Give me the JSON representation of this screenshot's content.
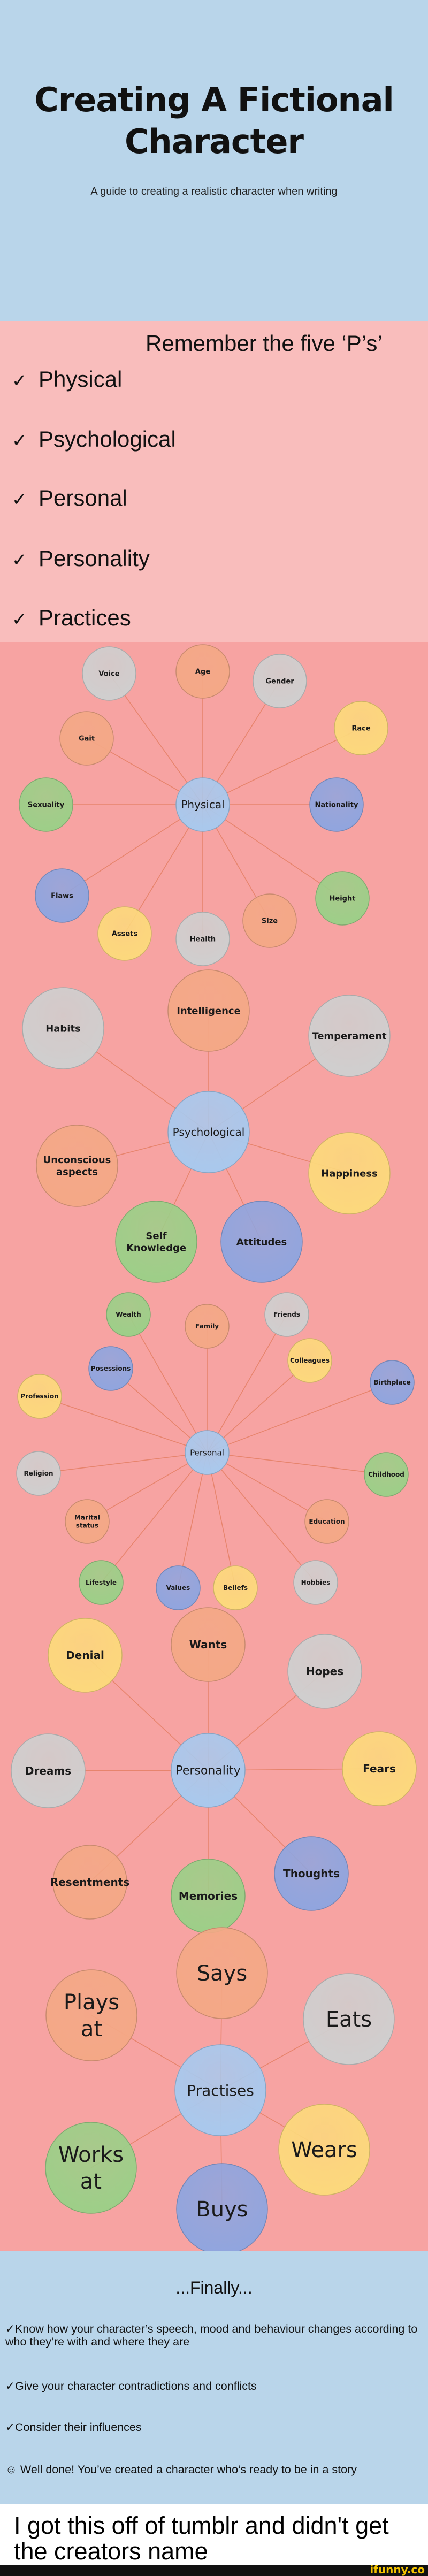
{
  "header": {
    "title_line1": "Creating A Fictional",
    "title_line2": "Character",
    "subtitle": "A guide to creating a realistic character when writing"
  },
  "five_ps": {
    "heading": "Remember the five ‘P’s’",
    "check_icon": "✓",
    "items": [
      "Physical",
      "Psychological",
      "Personal",
      "Personality",
      "Practices"
    ]
  },
  "colors": {
    "gray": "#cfcfcf",
    "orange": "#f4a886",
    "yellow": "#fcd97c",
    "green": "#9ccf88",
    "blue": "#8fa5df",
    "center": "#a8c9ee",
    "connector": "#e7846d",
    "top_bg": "#b9d5ea",
    "list_bg": "#f9bdbc",
    "diagram_bg": "#f7a3a2"
  },
  "diagrams": [
    {
      "center": "Physical",
      "nodes": [
        {
          "label": "Voice",
          "color": "gray"
        },
        {
          "label": "Age",
          "color": "orange"
        },
        {
          "label": "Gender",
          "color": "gray"
        },
        {
          "label": "Race",
          "color": "yellow"
        },
        {
          "label": "Gait",
          "color": "orange"
        },
        {
          "label": "Sexuality",
          "color": "green"
        },
        {
          "label": "Nationality",
          "color": "blue"
        },
        {
          "label": "Flaws",
          "color": "blue"
        },
        {
          "label": "Height",
          "color": "green"
        },
        {
          "label": "Assets",
          "color": "yellow"
        },
        {
          "label": "Health",
          "color": "gray"
        },
        {
          "label": "Size",
          "color": "orange"
        }
      ]
    },
    {
      "center": "Psychological",
      "nodes": [
        {
          "label": "Intelligence",
          "color": "orange"
        },
        {
          "label": "Habits",
          "color": "gray"
        },
        {
          "label": "Temperament",
          "color": "gray"
        },
        {
          "label": "Unconscious aspects",
          "color": "orange"
        },
        {
          "label": "Happiness",
          "color": "yellow"
        },
        {
          "label": "Self Knowledge",
          "color": "green"
        },
        {
          "label": "Attitudes",
          "color": "blue"
        }
      ]
    },
    {
      "center": "Personal",
      "nodes": [
        {
          "label": "Wealth",
          "color": "green"
        },
        {
          "label": "Family",
          "color": "orange"
        },
        {
          "label": "Friends",
          "color": "gray"
        },
        {
          "label": "Posessions",
          "color": "blue"
        },
        {
          "label": "Colleagues",
          "color": "yellow"
        },
        {
          "label": "Birthplace",
          "color": "blue"
        },
        {
          "label": "Profession",
          "color": "yellow"
        },
        {
          "label": "Religion",
          "color": "gray"
        },
        {
          "label": "Childhood",
          "color": "green"
        },
        {
          "label": "Marital status",
          "color": "orange"
        },
        {
          "label": "Education",
          "color": "orange"
        },
        {
          "label": "Lifestyle",
          "color": "green"
        },
        {
          "label": "Values",
          "color": "blue"
        },
        {
          "label": "Beliefs",
          "color": "yellow"
        },
        {
          "label": "Hobbies",
          "color": "gray"
        }
      ]
    },
    {
      "center": "Personality",
      "nodes": [
        {
          "label": "Wants",
          "color": "orange"
        },
        {
          "label": "Denial",
          "color": "yellow"
        },
        {
          "label": "Hopes",
          "color": "gray"
        },
        {
          "label": "Dreams",
          "color": "gray"
        },
        {
          "label": "Fears",
          "color": "yellow"
        },
        {
          "label": "Resentments",
          "color": "orange"
        },
        {
          "label": "Memories",
          "color": "green"
        },
        {
          "label": "Thoughts",
          "color": "blue"
        }
      ]
    },
    {
      "center": "Practises",
      "nodes": [
        {
          "label": "Says",
          "color": "orange"
        },
        {
          "label": "Plays at",
          "color": "orange"
        },
        {
          "label": "Eats",
          "color": "gray"
        },
        {
          "label": "Works at",
          "color": "green"
        },
        {
          "label": "Wears",
          "color": "yellow"
        },
        {
          "label": "Buys",
          "color": "blue"
        }
      ]
    }
  ],
  "finally": {
    "heading": "...Finally...",
    "items": [
      "✓Know how your character’s speech, mood and behaviour changes according to who they’re with and where they are",
      "✓Give your character contradictions and conflicts",
      "✓Consider their influences",
      "☺ Well done! You’ve created a character who’s ready to be in a story"
    ]
  },
  "caption": "I got this off of tumblr and didn't get the creators name",
  "watermark": "ifunny.co"
}
